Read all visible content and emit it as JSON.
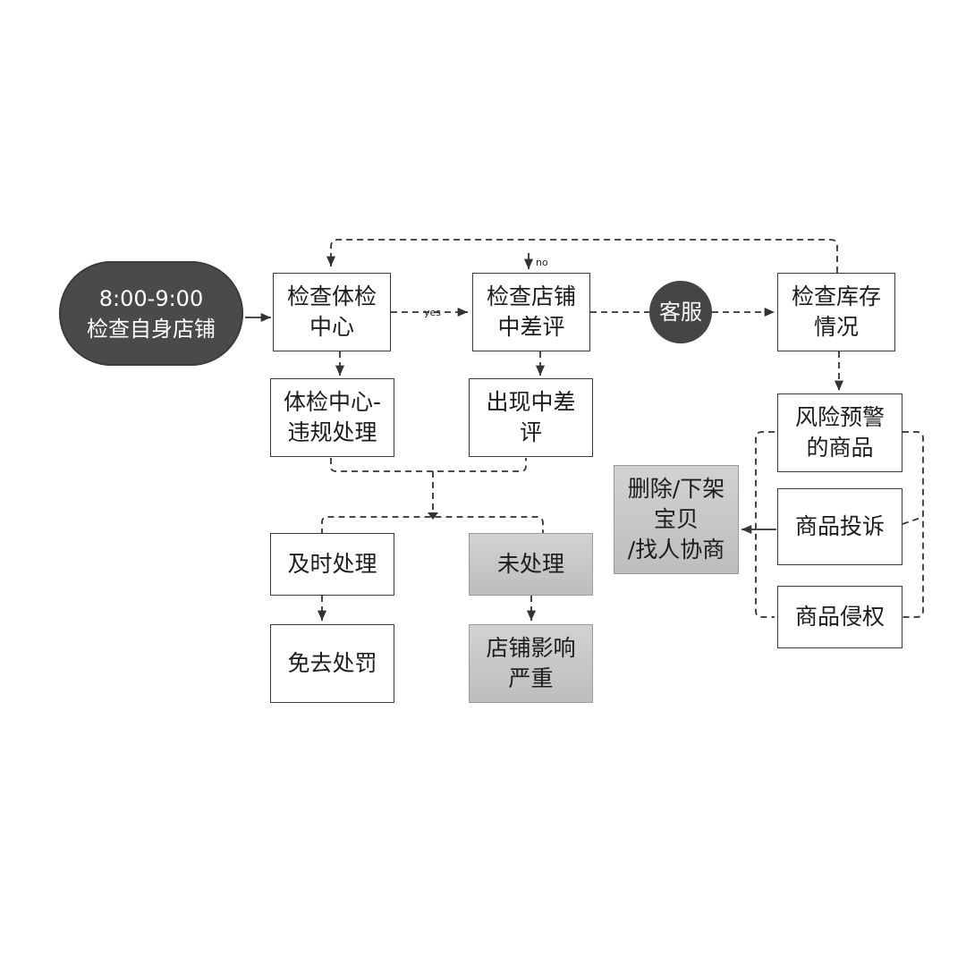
{
  "nodes": {
    "start": "8:00-9:00\n检查自身店铺",
    "check_health": "检查体检\n中心",
    "check_reviews": "检查店铺\n中差评",
    "customer_service": "客服",
    "check_inventory": "检查库存\n情况",
    "health_violation": "体检中心-\n违规处理",
    "bad_review_appears": "出现中差\n评",
    "handled_timely": "及时处理",
    "not_handled": "未处理",
    "no_penalty": "免去处罚",
    "store_impact": "店铺影响\n严重",
    "risk_warning_goods": "风险预警\n的商品",
    "product_complaint": "商品投诉",
    "product_infringement": "商品侵权",
    "delete_action": "删除/下架\n宝贝\n/找人协商"
  },
  "labels": {
    "yes": "yes",
    "no": "no"
  },
  "colors": {
    "line": "#333333",
    "dark_fill": "#454545",
    "shade_fill": "#c6c6c6"
  }
}
